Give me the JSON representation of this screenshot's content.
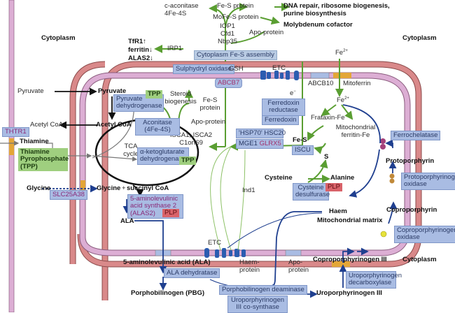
{
  "compartments": {
    "cytoplasm_left": "Cytoplasm",
    "cytoplasm_right": "Cytoplasm",
    "cytoplasm_bottom": "Cytoplasm",
    "matrix": "Mitochondrial matrix"
  },
  "cytoplasm_fes": {
    "c_aconitase": "c-aconitase",
    "c_aconitase_cluster": "4Fe-4S",
    "fes_protein": "Fe-S protein",
    "mofes_protein": "MoFe-S protein",
    "factors": [
      "IOP1",
      "Cfd1",
      "Nbp35"
    ],
    "apo_protein": "Apo-protein",
    "assembly": "Cytoplasm Fe-S assembly",
    "irp1": "IRP1",
    "irp_targets": [
      "TfR1",
      "ferritin",
      "ALAS2"
    ],
    "irp_arrows": [
      "↑",
      "↓",
      "↓"
    ],
    "dna_repair": "DNA repair, ribosome biogenesis,",
    "dna_repair2": "purine biosynthesis",
    "molybdenum": "Molybdenum cofactor"
  },
  "membrane": {
    "sulphydryl_oxidase": "Sulphydryl oxidase",
    "gsh": "GSH",
    "abcb7": "ABCB7",
    "etc_top": "ETC",
    "abcb10": "ABCB10",
    "mitoferrin": "Mitoferrin",
    "etc_bottom": "ETC",
    "thtr1": "THTR1",
    "slc25a38": "SLC25A38"
  },
  "iron": {
    "fe_outside": "Fe",
    "fe_inside": "Fe",
    "charge": "2+",
    "frataxin": "Frataxin-Fe",
    "mito_ferritin": "Mitochondrial",
    "mito_ferritin2": "ferritin-Fe",
    "e_minus": "e",
    "ferredoxin_reductase": "Ferredoxin reductase",
    "ferredoxin": "Ferredoxin",
    "fes": "Fe-S",
    "iscu": "ISCU",
    "hsp70": "'HSP70' HSC20",
    "mge1": "MGE1",
    "glrx5": "GLRX5",
    "s": "S",
    "cysteine": "Cysteine",
    "alanine": "Alanine",
    "cysteine_desulfurase": "Cysteine desulfurase",
    "plp": "PLP",
    "isca": "ISCA1, ISCA2",
    "c1orf69": "C1orf69",
    "ind1": "Ind1",
    "steroid": "Steroid",
    "steroid2": "biogenesis",
    "fes_protein_m": "Fe-S",
    "fes_protein_m2": "protein",
    "apo_protein_m": "Apo-protein"
  },
  "tca": {
    "pyruvate_out": "Pyruvate",
    "pyruvate_in": "Pyruvate",
    "pdh": "Pyruvate dehydrogenase",
    "tpp": "TPP",
    "acetylcoa_out": "Acetyl CoA",
    "acetylcoa_in": "Acetyl CoA",
    "aconitase": "Aconitase",
    "aconitase2": "(4Fe-4S)",
    "tca": "TCA",
    "cycle": "cycle",
    "akgdh": "α-ketoglutarate",
    "akgdh2": "dehydrogenase",
    "thiamine": "Thiamine",
    "tpp_box": "Thiamine Pyrophosphate (TPP)",
    "glycine_out": "Glycine",
    "glycine_in": "Glycine",
    "plus": "+",
    "succinyl": "succinyl CoA"
  },
  "haem": {
    "alas2": "5-aminolevulinic acid synthase 2 (ALAS2)",
    "plp": "PLP",
    "ala": "ALA",
    "ala_full": "5-aminolevulinic acid (ALA)",
    "ala_dehydratase": "ALA dehydratase",
    "pbg": "Porphobilinogen (PBG)",
    "pbg_deaminase": "Porphobilinogen deaminase",
    "uro_cosynthase": "Uroporphyrinogen III co-synthase",
    "uro3": "Uroporphyrinogen III",
    "uro_decarboxylase": "Uroporphyrinogen decarboxylase",
    "copro3": "Coproporphyrinogen III",
    "copro_oxidase": "Coproporphyrinogen oxidase",
    "coproporphyrin": "Coproporphyrin",
    "proto_oxidase": "Protoporphyrinogen oxidase",
    "protoporphyrin": "Protoporphyrin",
    "ferrochelatase": "Ferrochelatase",
    "haem": "Haem",
    "haem_protein": "Haem-",
    "haem_protein2": "protein",
    "apo": "Apo-",
    "apo2": "protein"
  },
  "colors": {
    "outer_membrane": "#d9898a",
    "inner_membrane": "#dcaed4",
    "green_arrow": "#5a9e32",
    "blue_arrow": "#1f3f8f",
    "enzyme_box": "#a9bce3",
    "cofactor_box": "#9fcf7f",
    "plp_box": "#d9636a",
    "transporter": "#e3a637"
  }
}
